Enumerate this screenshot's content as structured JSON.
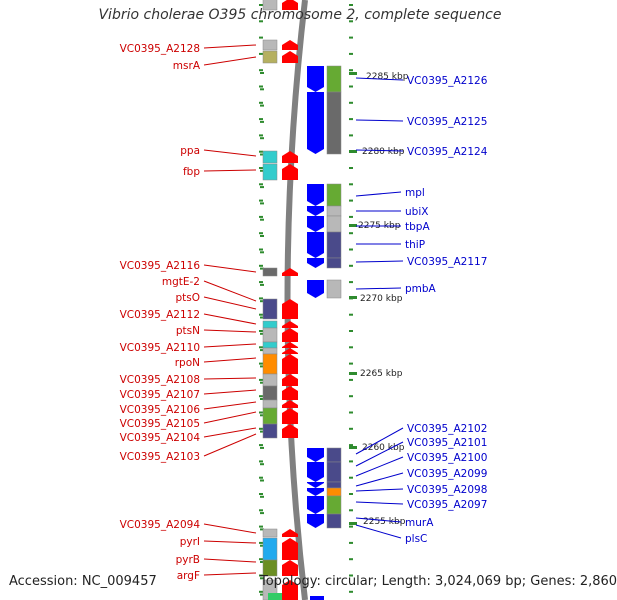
{
  "title": "Vibrio cholerae O395 chromosome 2, complete sequence",
  "accession_text": "Accession: NC_009457",
  "topology_text": "Topology: circular; Length: 3,024,069 bp; Genes: 2,860",
  "colors": {
    "forward_strand": "#ff0000",
    "reverse_strand": "#0000ff",
    "backbone": "#808080",
    "tick": "#2e8b2e",
    "left_label": "#cc0000",
    "right_label": "#0000cc",
    "cog": [
      "#b8b8b8",
      "#b5b060",
      "#33cccc",
      "#6a6a6a",
      "#4a4a8a",
      "#66aa33",
      "#ff8c00",
      "#22aaee",
      "#6b8e23"
    ]
  },
  "scale_labels": [
    "2285 kbp",
    "2280 kbp",
    "2275 kbp",
    "2270 kbp",
    "2265 kbp",
    "2260 kbp",
    "2255 kbp"
  ],
  "left_genes": [
    "VC0395_A2128",
    "msrA",
    "ppa",
    "fbp",
    "VC0395_A2116",
    "mgtE-2",
    "ptsO",
    "VC0395_A2112",
    "ptsN",
    "VC0395_A2110",
    "rpoN",
    "VC0395_A2108",
    "VC0395_A2107",
    "VC0395_A2106",
    "VC0395_A2105",
    "VC0395_A2104",
    "VC0395_A2103",
    "VC0395_A2094",
    "pyrI",
    "pyrB",
    "argF"
  ],
  "right_genes": [
    "VC0395_A2126",
    "VC0395_A2125",
    "VC0395_A2124",
    "mpl",
    "ubiX",
    "tbpA",
    "thiP",
    "VC0395_A2117",
    "pmbA",
    "VC0395_A2102",
    "VC0395_A2101",
    "VC0395_A2100",
    "VC0395_A2099",
    "VC0395_A2098",
    "VC0395_A2097",
    "murA",
    "plsC"
  ]
}
